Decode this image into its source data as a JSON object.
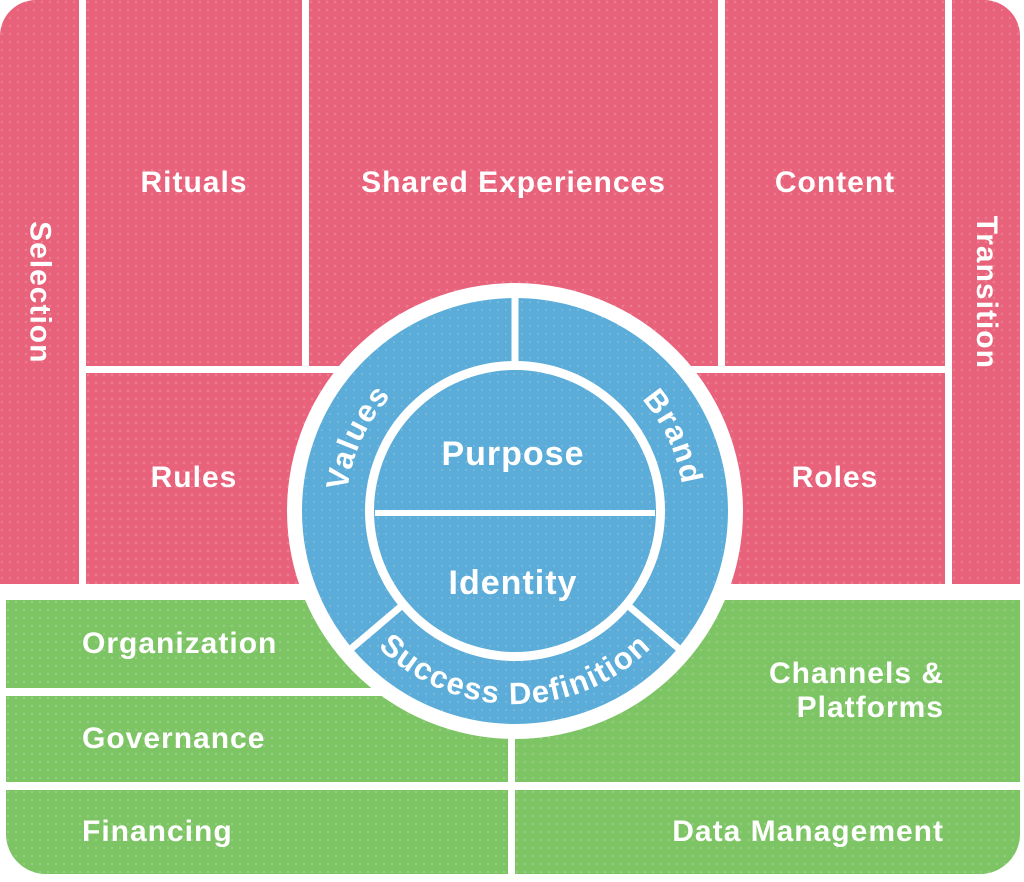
{
  "colors": {
    "pink": "#E8627B",
    "green": "#7CC464",
    "blue": "#5BACD8",
    "label": "#FFFFFF"
  },
  "sections": {
    "selection": "Selection",
    "transition": "Transition",
    "rituals": "Rituals",
    "shared_experiences": "Shared Experiences",
    "content": "Content",
    "rules": "Rules",
    "roles": "Roles",
    "organization": "Organization",
    "governance": "Governance",
    "financing": "Financing",
    "channels_platforms": "Channels & Platforms",
    "data_management": "Data Management"
  },
  "circle": {
    "values": "Values",
    "brand": "Brand",
    "success_definition": "Success Definition",
    "purpose": "Purpose",
    "identity": "Identity"
  }
}
